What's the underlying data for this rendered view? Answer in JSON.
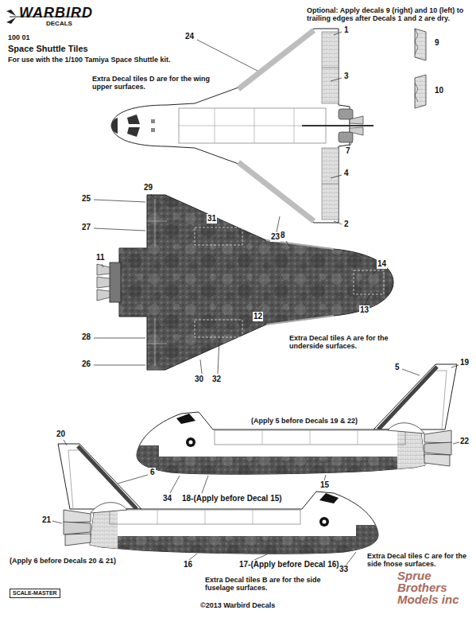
{
  "diagram": {
    "title": "Space Shuttle Tiles",
    "labels": [
      "WARBIRD",
      "DECALS",
      "100 01",
      "For use with the 1/100 Tamiya Space Shuttle kit.",
      "Optional: Apply decals 9 (right) and 10 (left) to trailing edges after Decals 1 and 2 are dry.",
      "Extra Decal tiles D are for the wing upper surfaces.",
      "24",
      "1",
      "9",
      "10",
      "3",
      "7",
      "4",
      "2",
      "23",
      "29",
      "25",
      "27",
      "31",
      "8",
      "14",
      "11",
      "13",
      "12",
      "Extra Decal tiles A are for the underside surfaces.",
      "28",
      "26",
      "30",
      "32",
      "19",
      "5",
      "(Apply 5 before Decals 19 & 22)",
      "22",
      "34",
      "18-(Apply before Decal 15)",
      "15",
      "20",
      "6",
      "21",
      "(Apply 6 before Decals 20 & 21)",
      "16",
      "17-(Apply before Decal 16)",
      "33",
      "Extra Decal tiles C are for the side fnose surfaces.",
      "Extra Decal tiles B are for the side fuselage surfaces.",
      "SCALE-MASTER",
      "©2013 Warbird Decals",
      "Sprue Brothers Models inc"
    ]
  }
}
